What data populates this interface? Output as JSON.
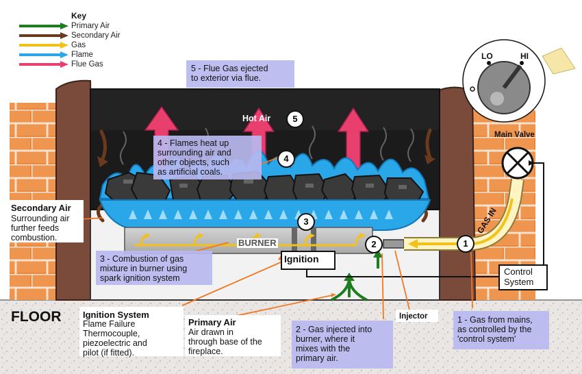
{
  "key": {
    "title": "Key",
    "items": [
      {
        "label": "Primary Air",
        "color": "#1e7d1e"
      },
      {
        "label": "Secondary Air",
        "color": "#6b3a1e"
      },
      {
        "label": "Gas",
        "color": "#f2c21b"
      },
      {
        "label": "Flame",
        "color": "#2aa7e8"
      },
      {
        "label": "Flue Gas",
        "color": "#e83f6f"
      }
    ]
  },
  "labels": {
    "hot_air": "Hot Air",
    "burner": "BURNER",
    "ignition": "Ignition",
    "floor": "FLOOR",
    "lo": "LO",
    "hi": "HI",
    "main_valve": "Main Valve",
    "gas_in": "GAS IN",
    "control_system": "Control\nSystem",
    "injector": "Injector"
  },
  "steps": {
    "s1": {
      "num": "1",
      "text": "1 - Gas from mains,\nas controlled by the\n'control system'"
    },
    "s2": {
      "num": "2",
      "text": "2 - Gas injected into\nburner, where it\nmixes with the\nprimary air."
    },
    "s3": {
      "num": "3",
      "text": "3 - Combustion of gas\nmixture in burner using\nspark ignition system"
    },
    "s4": {
      "num": "4",
      "text": "4 - Flames heat up\nsurrounding air and\nother objects, such\nas artificial coals."
    },
    "s5": {
      "num": "5",
      "text": "5 - Flue Gas ejected\nto exterior via flue."
    }
  },
  "notes": {
    "secondary_air": {
      "title": "Secondary Air",
      "body": "Surrounding air\nfurther feeds\ncombustion."
    },
    "ignition_system": {
      "title": "Ignition System",
      "body": "Flame Failure\nThermocouple,\npiezoelectric and\npilot (if fitted)."
    },
    "primary_air": {
      "title": "Primary Air",
      "body": "Air drawn in\nthrough base of the\nfireplace."
    }
  },
  "colors": {
    "brick": "#e8883f",
    "wall": "#7a4a3a",
    "firebox": "#1e1e1e",
    "flame": "#2aa7e8",
    "coal": "#3a3a3a",
    "floor": "#e9e6e4",
    "callout": "#b9b8ef",
    "leader": "#f07820"
  }
}
